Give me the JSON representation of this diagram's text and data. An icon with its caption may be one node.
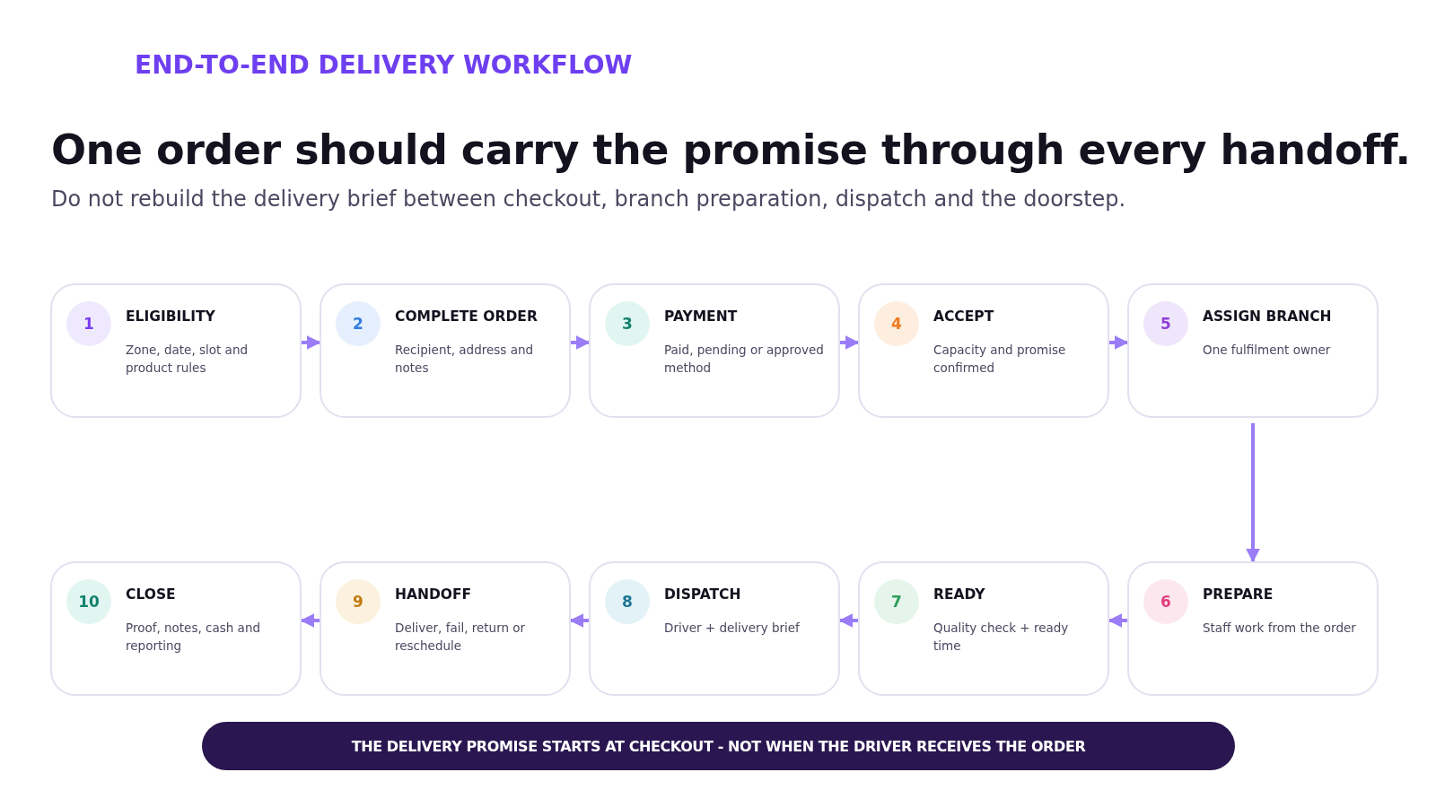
{
  "diagram": {
    "title": "One order should carry the promise through every handoff.",
    "nodes": [
      {
        "text": [
          "1",
          "ELIGIBILITY",
          "Zone, date, slot and product rules"
        ]
      },
      {
        "text": [
          "2",
          "COMPLETE ORDER",
          "Recipient, address and notes"
        ]
      },
      {
        "text": [
          "3",
          "PAYMENT",
          "Paid, pending or approved method"
        ]
      },
      {
        "text": [
          "4",
          "ACCEPT",
          "Capacity and promise confirmed"
        ]
      },
      {
        "text": [
          "5",
          "ASSIGN BRANCH",
          "One fulfilment owner"
        ]
      },
      {
        "text": [
          "6",
          "PREPARE",
          "Staff work from the order"
        ]
      },
      {
        "text": [
          "7",
          "READY",
          "Quality check + ready time"
        ]
      },
      {
        "text": [
          "8",
          "DISPATCH",
          "Driver + delivery brief"
        ]
      },
      {
        "text": [
          "9",
          "HANDOFF",
          "Deliver, fail, return or reschedule"
        ]
      },
      {
        "text": [
          "10",
          "CLOSE",
          "Proof, notes, cash and reporting"
        ]
      },
      {
        "text": [
          "THE DELIVERY PROMISE STARTS AT CHECKOUT - NOT WHEN THE DRIVER RECEIVES THE ORDER"
        ]
      }
    ],
    "edges": [
      {
        "from": 0,
        "to": 1,
        "arrow": "to"
      },
      {
        "from": 1,
        "to": 2,
        "arrow": "to"
      },
      {
        "from": 2,
        "to": 3,
        "arrow": "to"
      },
      {
        "from": 3,
        "to": 4,
        "arrow": "to"
      },
      {
        "from": 4,
        "to": 5,
        "arrow": "to"
      },
      {
        "from": 5,
        "to": 6,
        "arrow": "to"
      },
      {
        "from": 6,
        "to": 7,
        "arrow": "to"
      },
      {
        "from": 7,
        "to": 8,
        "arrow": "to"
      },
      {
        "from": 8,
        "to": 9,
        "arrow": "to"
      }
    ],
    "labels": [
      "END-TO-END DELIVERY WORKFLOW",
      "Do not rebuild the delivery brief between checkout, branch preparation, dispatch and the doorstep."
    ]
  }
}
